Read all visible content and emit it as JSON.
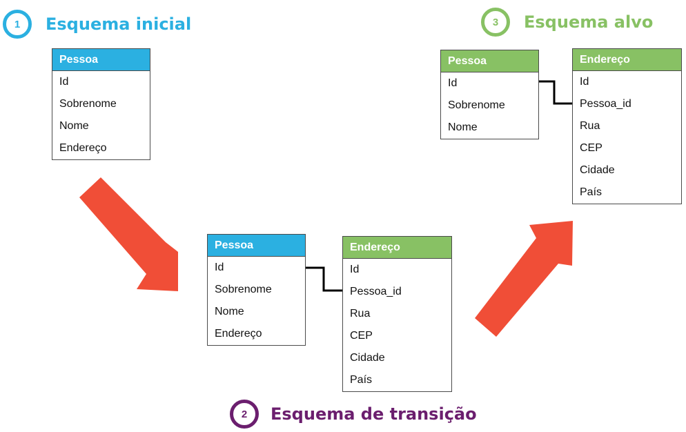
{
  "colors": {
    "blue": "#2bb0e1",
    "green": "#88c164",
    "purple": "#6b1e6e",
    "arrow": "#f04e37",
    "connector": "#000000"
  },
  "steps": {
    "initial": {
      "number": "1",
      "title": "Esquema inicial"
    },
    "transition": {
      "number": "2",
      "title": "Esquema de transição"
    },
    "target": {
      "number": "3",
      "title": "Esquema alvo"
    }
  },
  "initial_schema": {
    "pessoa": {
      "header": "Pessoa",
      "fields": [
        "Id",
        "Sobrenome",
        "Nome",
        "Endereço"
      ]
    }
  },
  "transition_schema": {
    "pessoa": {
      "header": "Pessoa",
      "fields": [
        "Id",
        "Sobrenome",
        "Nome",
        "Endereço"
      ]
    },
    "endereco": {
      "header": "Endereço",
      "fields": [
        "Id",
        "Pessoa_id",
        "Rua",
        "CEP",
        "Cidade",
        "País"
      ]
    }
  },
  "target_schema": {
    "pessoa": {
      "header": "Pessoa",
      "fields": [
        "Id",
        "Sobrenome",
        "Nome"
      ]
    },
    "endereco": {
      "header": "Endereço",
      "fields": [
        "Id",
        "Pessoa_id",
        "Rua",
        "CEP",
        "Cidade",
        "País"
      ]
    }
  }
}
